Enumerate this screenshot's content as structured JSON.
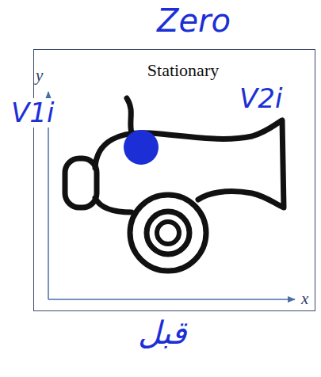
{
  "diagram": {
    "nodes": [
      {
        "text": [
          "Stationary"
        ]
      }
    ],
    "labels": [
      "Zero",
      "V1i",
      "V2i",
      "y",
      "x",
      "قبل"
    ]
  }
}
